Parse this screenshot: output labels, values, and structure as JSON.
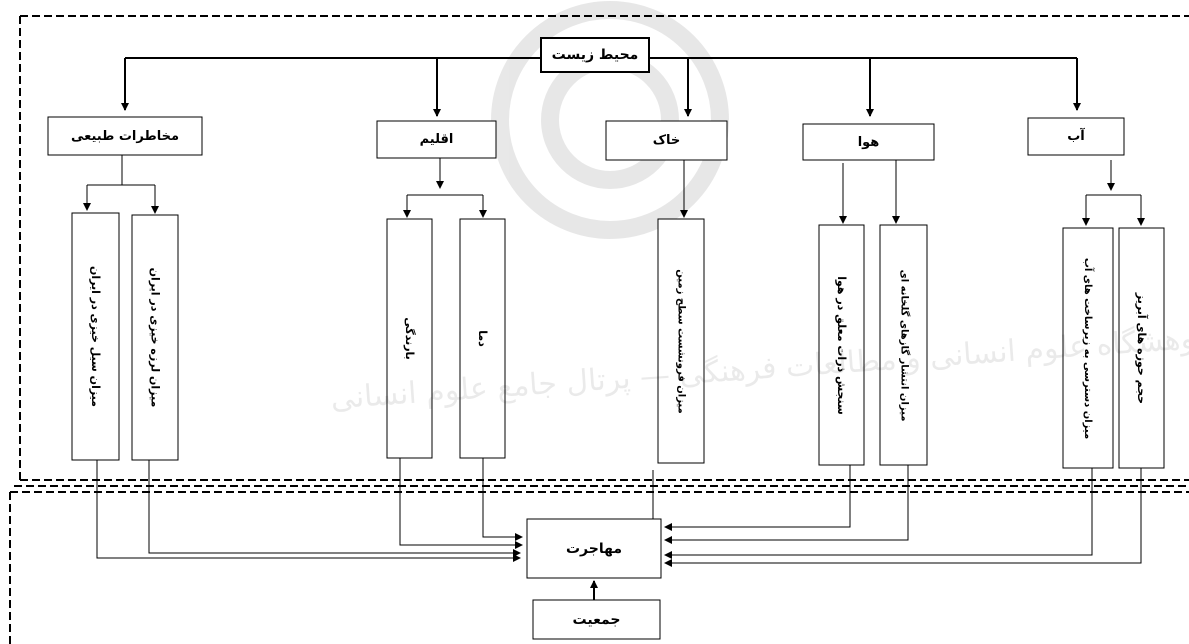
{
  "nodes": {
    "environment": "محیط زیست",
    "natural_hazards": "مخاطرات طبیعی",
    "climate": "اقلیم",
    "soil": "خاک",
    "air": "هوا",
    "water": "آب",
    "migration": "مهاجرت",
    "population": "جمعیت"
  },
  "indicators": {
    "flood_hazard": "میزان سیل خیزی در ایران",
    "earthquake_hazard": "میزان لرزه خیزی در ایران",
    "rainfall": "بارندگی",
    "temperature": "دما",
    "land_subsidence": "میزان فرونشست سطح زمین",
    "particulate_matter": "سنجش ذرات معلق در هوا",
    "greenhouse_gases": "میزان انتشار گازهای گلخانه ای",
    "water_infrastructure": "میزان دسترسی به زیرساخت های آب",
    "basin_volume": "حجم حوزه های آبریز"
  },
  "watermark": "پژوهشگاه علوم انسانی و مطالعات فرهنگی — پرتال جامع علوم انسانی"
}
